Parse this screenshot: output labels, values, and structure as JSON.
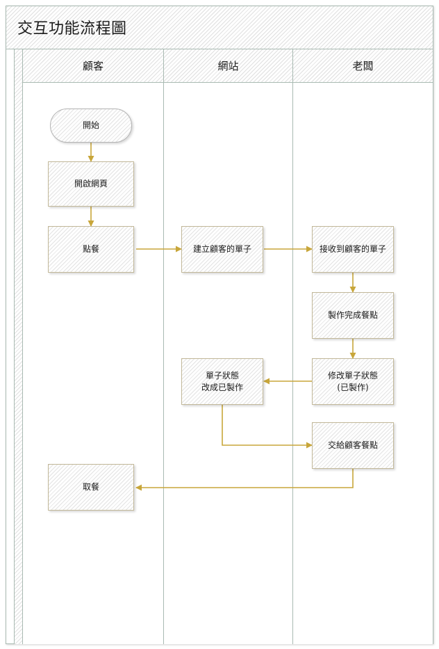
{
  "diagram": {
    "title": "交互功能流程圖",
    "type": "cross-functional-flowchart",
    "colors": {
      "lane_border": "#a9bab2",
      "node_border": "#c2b899",
      "terminator_border": "#b4b4b4",
      "connector": "#c8a63a",
      "node_fill": "#f0f0f0",
      "header_fill": "#eeeeee",
      "text": "#1b1b1b"
    },
    "lanes": [
      {
        "id": "lane-customer",
        "label": "顧客"
      },
      {
        "id": "lane-website",
        "label": "網站"
      },
      {
        "id": "lane-boss",
        "label": "老闆"
      }
    ],
    "nodes": [
      {
        "id": "n1",
        "lane": "lane-customer",
        "shape": "terminator",
        "label": "開始"
      },
      {
        "id": "n2",
        "lane": "lane-customer",
        "shape": "process",
        "label": "開啟網頁"
      },
      {
        "id": "n3",
        "lane": "lane-customer",
        "shape": "process",
        "label": "點餐"
      },
      {
        "id": "n4",
        "lane": "lane-website",
        "shape": "process",
        "label": "建立顧客的單子"
      },
      {
        "id": "n5",
        "lane": "lane-boss",
        "shape": "process",
        "label": "接收到顧客的單子"
      },
      {
        "id": "n6",
        "lane": "lane-boss",
        "shape": "process",
        "label": "製作完成餐點"
      },
      {
        "id": "n7",
        "lane": "lane-boss",
        "shape": "process",
        "label": "修改單子狀態\n(已製作)"
      },
      {
        "id": "n8",
        "lane": "lane-website",
        "shape": "process",
        "label": "單子狀態\n改成已製作"
      },
      {
        "id": "n9",
        "lane": "lane-boss",
        "shape": "process",
        "label": "交給顧客餐點"
      },
      {
        "id": "n10",
        "lane": "lane-customer",
        "shape": "process",
        "label": "取餐"
      }
    ],
    "edges": [
      {
        "from": "n1",
        "to": "n2",
        "style": "straight-down"
      },
      {
        "from": "n2",
        "to": "n3",
        "style": "straight-down"
      },
      {
        "from": "n3",
        "to": "n4",
        "style": "straight-right"
      },
      {
        "from": "n4",
        "to": "n5",
        "style": "straight-right"
      },
      {
        "from": "n5",
        "to": "n6",
        "style": "straight-down"
      },
      {
        "from": "n6",
        "to": "n7",
        "style": "straight-down"
      },
      {
        "from": "n7",
        "to": "n8",
        "style": "straight-left"
      },
      {
        "from": "n8",
        "to": "n9",
        "style": "elbow-down-right"
      },
      {
        "from": "n9",
        "to": "n10",
        "style": "elbow-down-left"
      }
    ]
  }
}
